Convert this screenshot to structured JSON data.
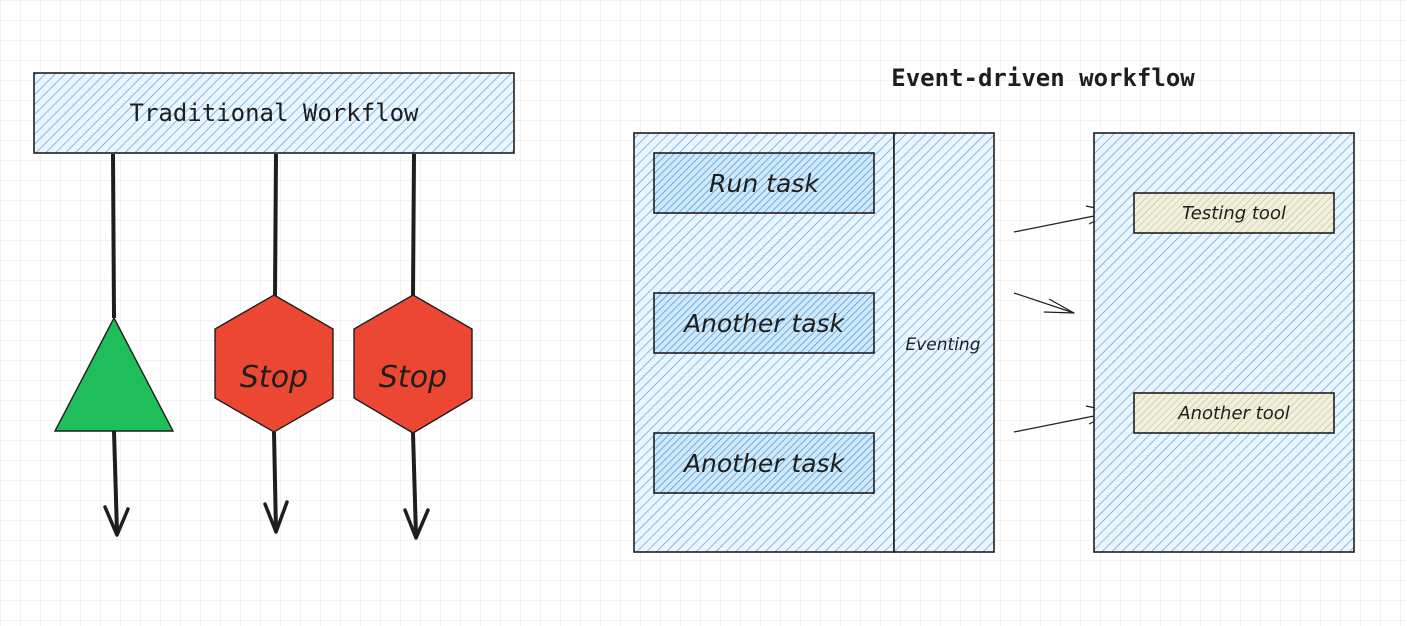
{
  "left": {
    "title": "Traditional Workflow",
    "stop_labels": [
      "Stop",
      "Stop"
    ]
  },
  "right": {
    "title": "Event-driven workflow",
    "tasks": [
      "Run task",
      "Another task",
      "Another task"
    ],
    "eventing_label": "Eventing",
    "tools": [
      "Testing tool",
      "Another tool"
    ]
  },
  "colors": {
    "grid": "#e6e6e6",
    "blue_fill": "#a5d8ff",
    "blue_hatch": "#4a9fd9",
    "tool_fill": "#ecebd2",
    "green": "#1fbe5a",
    "red": "#ec4733",
    "stroke": "#1e1e1e"
  }
}
